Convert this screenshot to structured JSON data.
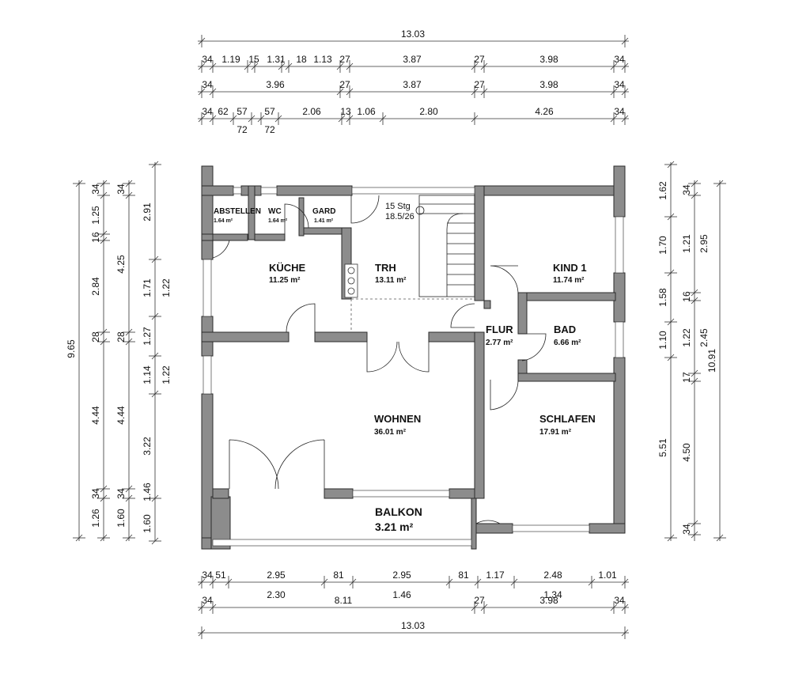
{
  "rooms": {
    "abstellen": {
      "name": "ABSTELLEN",
      "area": "1.64 m²"
    },
    "wc": {
      "name": "WC",
      "area": "1.64 m²"
    },
    "gard": {
      "name": "GARD",
      "area": "1.41 m²"
    },
    "kueche": {
      "name": "KÜCHE",
      "area": "11.25 m²"
    },
    "trh": {
      "name": "TRH",
      "area": "13.11 m²"
    },
    "stairs_line1": "15 Stg",
    "stairs_line2": "18.5/26",
    "kind1": {
      "name": "KIND 1",
      "area": "11.74 m²"
    },
    "flur": {
      "name": "FLUR",
      "area": "2.77 m²"
    },
    "bad": {
      "name": "BAD",
      "area": "6.66 m²"
    },
    "wohnen": {
      "name": "WOHNEN",
      "area": "36.01 m²"
    },
    "schlafen": {
      "name": "SCHLAFEN",
      "area": "17.91 m²"
    },
    "balkon": {
      "name": "BALKON",
      "area": "3.21 m²"
    }
  },
  "dimensions": {
    "top_total": "13.03",
    "top_row1": [
      "34",
      "1.19",
      "15",
      "1.31",
      "18",
      "1.13",
      "27",
      "3.87",
      "27",
      "3.98",
      "34"
    ],
    "top_row2": [
      "34",
      "3.96",
      "27",
      "3.87",
      "27",
      "3.98",
      "34"
    ],
    "top_row3": [
      "34",
      "62",
      "57",
      "57",
      "2.06",
      "13",
      "1.06",
      "2.80",
      "4.26",
      "34"
    ],
    "top_row3_sub": [
      "72",
      "72"
    ],
    "bottom_row1": [
      "34",
      "51",
      "2.95",
      "81",
      "2.95",
      "81",
      "1.17",
      "2.48",
      "1.01"
    ],
    "bottom_row1_sub": [
      "2.30",
      "1.46",
      "1.34"
    ],
    "bottom_row2": [
      "34",
      "8.11",
      "27",
      "3.98",
      "34"
    ],
    "bottom_total": "13.03",
    "left_total": "9.65",
    "left_col1": [
      "34",
      "1.25",
      "16",
      "2.84",
      "28",
      "4.44",
      "34",
      "1.26"
    ],
    "left_col2": [
      "34",
      "4.25",
      "28",
      "4.44",
      "34",
      "1.60"
    ],
    "left_col3": [
      "2.91",
      "1.71",
      "1.27",
      "1.14",
      "3.22",
      "1.46",
      "1.60"
    ],
    "left_col4": [
      "1.22",
      "1.22"
    ],
    "right_col1": [
      "1.62",
      "1.70",
      "1.58",
      "1.10",
      "5.51"
    ],
    "right_col2": [
      "34",
      "1.21",
      "16",
      "1.22",
      "17",
      "4.50",
      "34"
    ],
    "right_col3": [
      "2.95",
      "2.45"
    ],
    "right_total": "10.91"
  }
}
